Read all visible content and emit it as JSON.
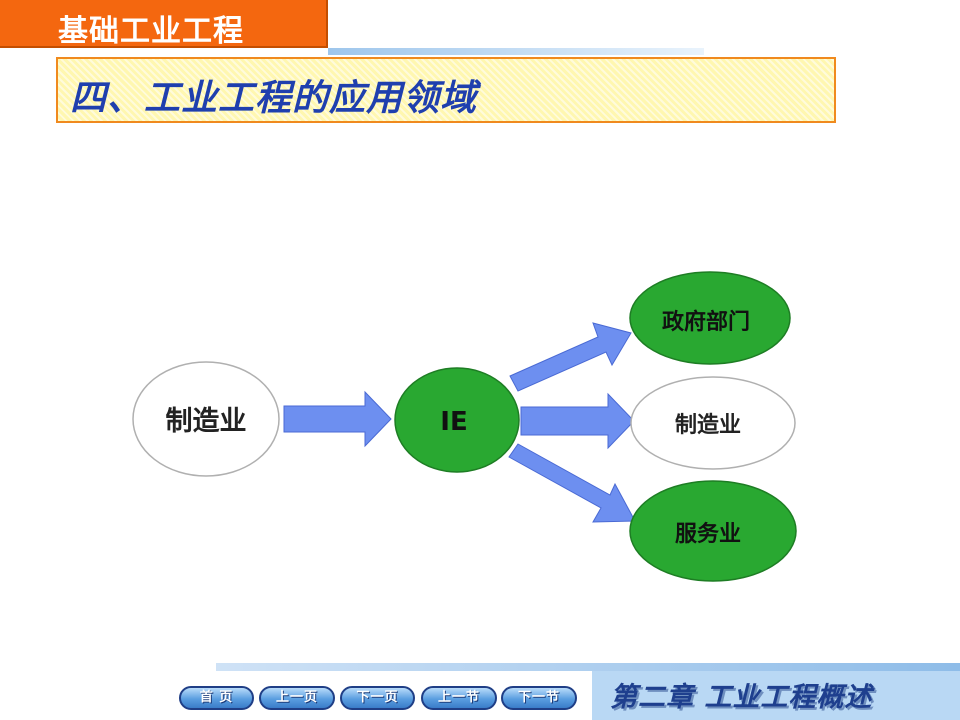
{
  "header": {
    "course_title": "基础工业工程",
    "slide_title": "四、工业工程的应用领域"
  },
  "diagram": {
    "source": "制造业",
    "hub": "IE",
    "targets": [
      "政府部门",
      "制造业",
      "服务业"
    ]
  },
  "colors": {
    "arrow": "#6d8ff0",
    "green_node": "#29a831",
    "white_node": "#ffffff",
    "orange": "#f4670f"
  },
  "footer": {
    "nav": [
      "首 页",
      "上一页",
      "下一页",
      "上一节",
      "下一节"
    ],
    "chapter": "第二章 工业工程概述"
  }
}
